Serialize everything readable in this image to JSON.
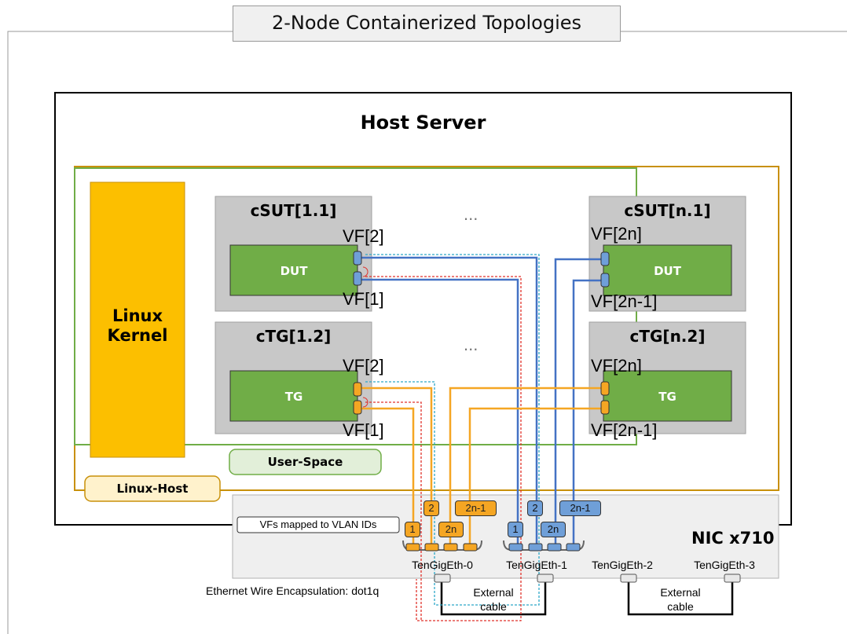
{
  "title": "2-Node Containerized Topologies",
  "host_server": "Host Server",
  "linux_kernel": "Linux\nKernel",
  "linux_host": "Linux-Host",
  "user_space": "User-Space",
  "containers": {
    "csut_1": "cSUT[1.1]",
    "csut_n": "cSUT[n.1]",
    "ctg_1": "cTG[1.2]",
    "ctg_n": "cTG[n.2]"
  },
  "ellipsis": "...",
  "dut_label": "DUT",
  "tg_label": "TG",
  "vf": {
    "vf2": "VF[2]",
    "vf1": "VF[1]",
    "vf2n": "VF[2n]",
    "vf2n_1": "VF[2n-1]"
  },
  "nic_title": "NIC x710",
  "vlan_note": "VFs mapped to VLAN IDs",
  "tags": {
    "one": "1",
    "two": "2",
    "twon": "2n",
    "twon_1": "2n-1"
  },
  "ports": [
    "TenGigEth-0",
    "TenGigEth-1",
    "TenGigEth-2",
    "TenGigEth-3"
  ],
  "encapsulation": "Ethernet Wire Encapsulation: dot1q",
  "external_cable": "External\ncable",
  "colors": {
    "kernel": "#fcbf00",
    "linux_host_border": "#c8900a",
    "user_space_border": "#70ad47",
    "green_box": "#70ad47",
    "container_gray": "#c8c8c8",
    "orange": "#f5a623",
    "blue": "#4472c4",
    "dotted_red": "#e0322b",
    "dotted_cyan": "#2ca8c8"
  }
}
